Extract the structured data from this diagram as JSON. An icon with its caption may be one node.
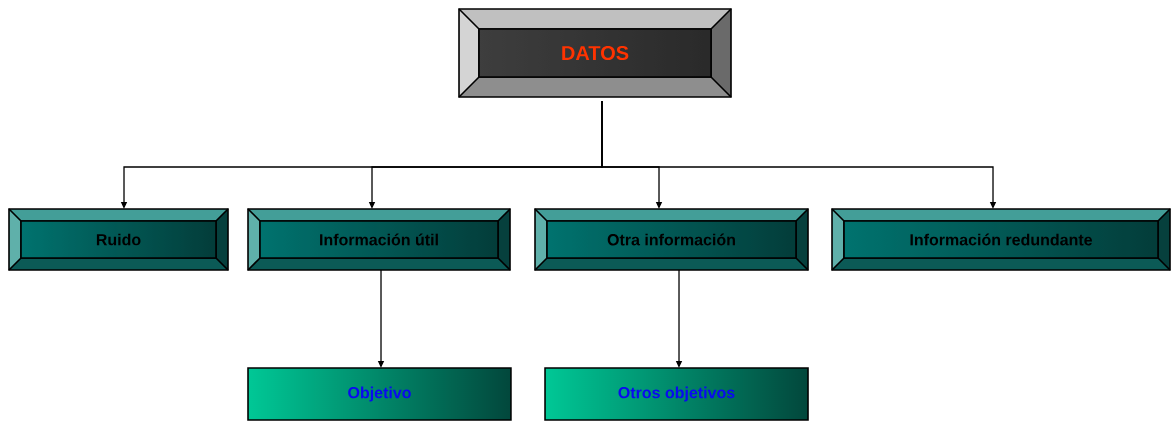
{
  "diagram": {
    "nodes": [
      {
        "text": [
          "DATOS"
        ]
      },
      {
        "text": [
          "Ruido"
        ]
      },
      {
        "text": [
          "Información útil"
        ]
      },
      {
        "text": [
          "Otra información"
        ]
      },
      {
        "text": [
          "Información redundante"
        ]
      },
      {
        "text": [
          "Objetivo"
        ]
      },
      {
        "text": [
          "Otros objetivos"
        ]
      }
    ],
    "edges": [
      {
        "from": 0,
        "to": 1,
        "arrow": "to"
      },
      {
        "from": 0,
        "to": 2,
        "arrow": "to"
      },
      {
        "from": 0,
        "to": 3,
        "arrow": "to"
      },
      {
        "from": 0,
        "to": 4,
        "arrow": "to"
      },
      {
        "from": 2,
        "to": 5,
        "arrow": "to"
      },
      {
        "from": 3,
        "to": 6,
        "arrow": "to"
      }
    ]
  }
}
